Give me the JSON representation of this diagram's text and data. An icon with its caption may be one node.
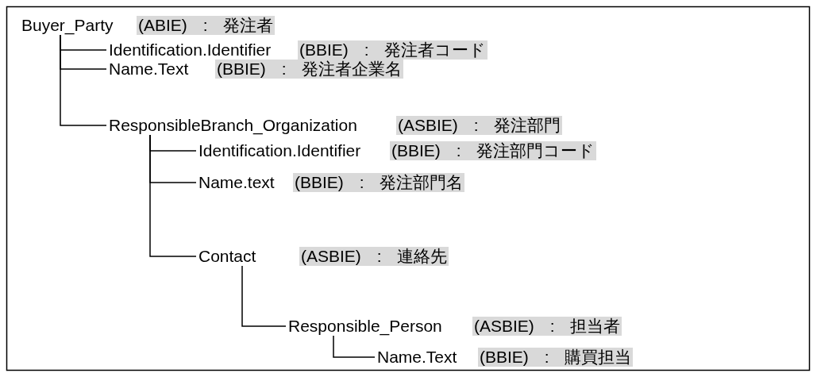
{
  "diagram": {
    "nodes": [
      {
        "text": [
          "Buyer_Party",
          "(ABIE) : 発注者"
        ]
      },
      {
        "text": [
          "Identification.Identifier",
          "(BBIE) : 発注者コード"
        ]
      },
      {
        "text": [
          "Name.Text",
          "(BBIE) : 発注者企業名"
        ]
      },
      {
        "text": [
          "ResponsibleBranch_Organization",
          "(ASBIE) : 発注部門"
        ]
      },
      {
        "text": [
          "Identification.Identifier",
          "(BBIE) : 発注部門コード"
        ]
      },
      {
        "text": [
          "Name.text",
          "(BBIE) : 発注部門名"
        ]
      },
      {
        "text": [
          "Contact",
          "(ASBIE) : 連絡先"
        ]
      },
      {
        "text": [
          "Responsible_Person",
          "(ASBIE) : 担当者"
        ]
      },
      {
        "text": [
          "Name.Text",
          "(BBIE) : 購買担当"
        ]
      }
    ],
    "edges": [
      {
        "from": 0,
        "to": 1,
        "arrow": "none"
      },
      {
        "from": 0,
        "to": 2,
        "arrow": "none"
      },
      {
        "from": 0,
        "to": 3,
        "arrow": "none"
      },
      {
        "from": 3,
        "to": 4,
        "arrow": "none"
      },
      {
        "from": 3,
        "to": 5,
        "arrow": "none"
      },
      {
        "from": 3,
        "to": 6,
        "arrow": "none"
      },
      {
        "from": 6,
        "to": 7,
        "arrow": "none"
      },
      {
        "from": 7,
        "to": 8,
        "arrow": "none"
      }
    ]
  }
}
